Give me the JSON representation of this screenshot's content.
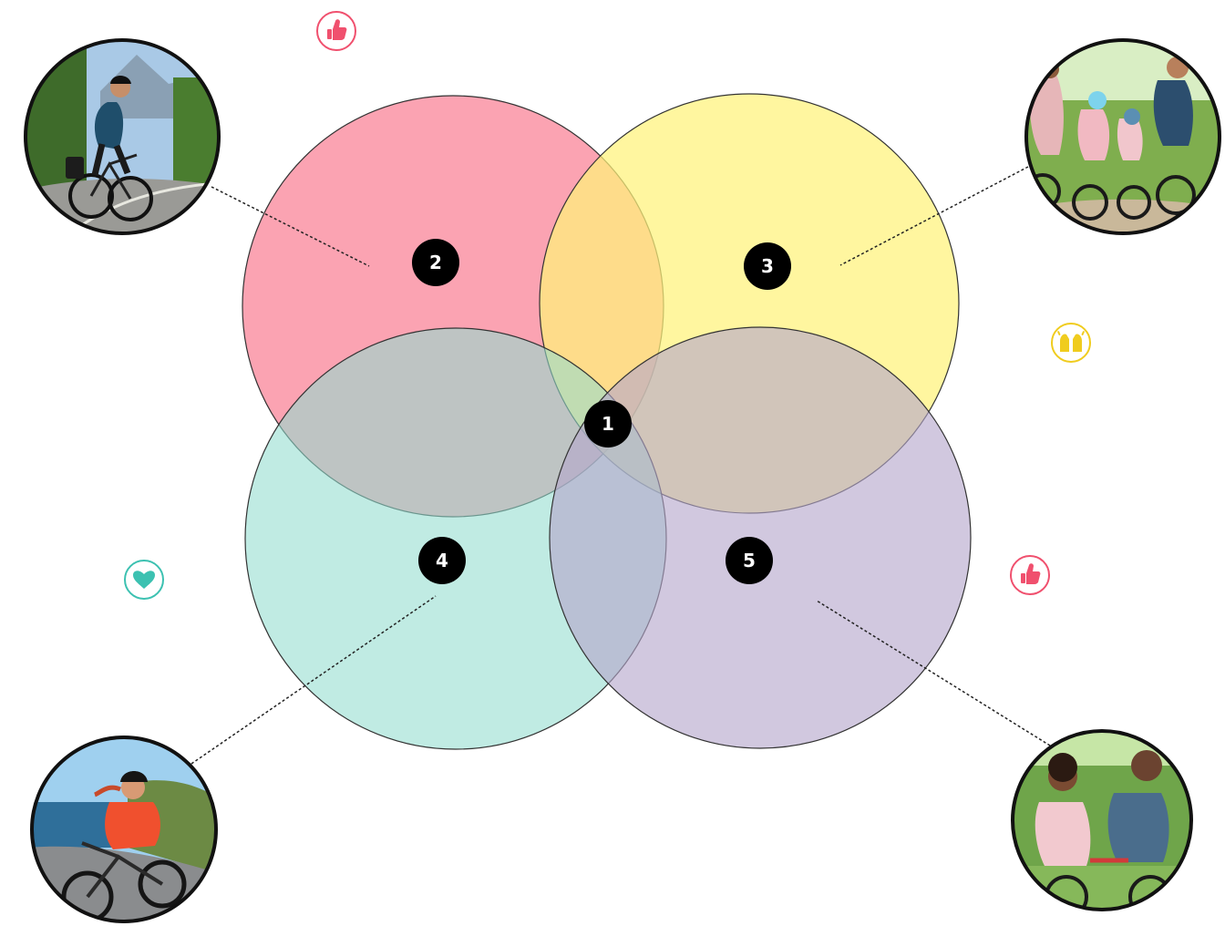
{
  "colors": {
    "circle_2": "#fa8fa1",
    "circle_3": "#fff27a",
    "circle_4": "#93dccf",
    "circle_5": "#b5a6cc",
    "circle_outline": "#333333",
    "badge_fill": "#000000",
    "badge_text": "#ffffff",
    "connector": "#222222",
    "icon_pink": "#f0506e",
    "icon_yellow": "#f0cc1e",
    "icon_teal": "#3cc1b1"
  },
  "badges": [
    {
      "id": "center",
      "label": "1"
    },
    {
      "id": "circle-2",
      "label": "2"
    },
    {
      "id": "circle-3",
      "label": "3"
    },
    {
      "id": "circle-4",
      "label": "4"
    },
    {
      "id": "circle-5",
      "label": "5"
    }
  ],
  "photos": [
    {
      "id": "photo-top-left",
      "icon": "cyclist-mountain-road-photo"
    },
    {
      "id": "photo-top-right",
      "icon": "family-cycling-photo"
    },
    {
      "id": "photo-bottom-left",
      "icon": "cyclist-coastal-road-photo"
    },
    {
      "id": "photo-bottom-right",
      "icon": "couple-cycling-park-photo"
    }
  ],
  "decor_icons": [
    {
      "id": "thumbs-up-top",
      "icon": "thumbs-up-icon",
      "color": "#f0506e"
    },
    {
      "id": "hands-right",
      "icon": "raised-hands-icon",
      "color": "#f0cc1e"
    },
    {
      "id": "heart-left",
      "icon": "heart-icon",
      "color": "#3cc1b1"
    },
    {
      "id": "thumbs-up-right",
      "icon": "thumbs-up-icon",
      "color": "#f0506e"
    }
  ]
}
